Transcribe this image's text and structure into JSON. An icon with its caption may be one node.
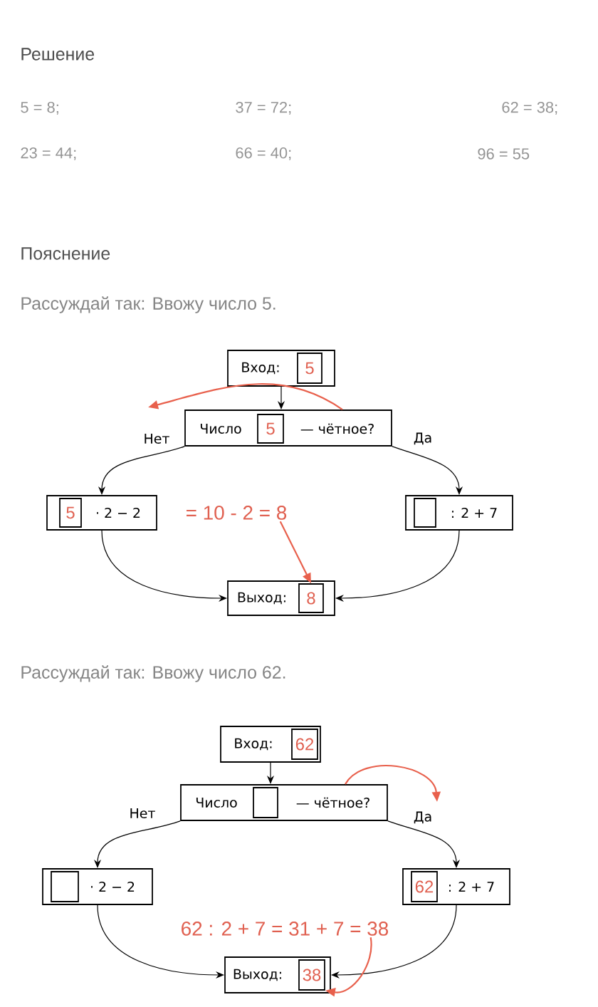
{
  "diagram": {
    "title": "Решение",
    "nodes": [
      {
        "text": [
          "Вход:"
        ]
      },
      {
        "text": [
          "5"
        ],
        "in": 0
      },
      {
        "text": [
          "Число",
          "— чётное?"
        ]
      },
      {
        "text": [
          "5"
        ],
        "in": 2
      },
      {
        "text": [
          "· 2 − 2"
        ]
      },
      {
        "text": [
          "5"
        ],
        "in": 4
      },
      {
        "text": [
          ": 2 + 7"
        ]
      },
      {
        "text": [],
        "shape": "box",
        "in": 6
      },
      {
        "text": [
          "Выход:"
        ]
      },
      {
        "text": [
          "8"
        ],
        "in": 8
      },
      {
        "text": [
          "= 10 - 2 = 8"
        ]
      },
      {
        "text": [
          "Вход:"
        ]
      },
      {
        "text": [
          "62"
        ],
        "in": 11
      },
      {
        "text": [
          "Число",
          "— чётное?"
        ]
      },
      {
        "text": [],
        "shape": "box",
        "in": 13
      },
      {
        "text": [
          "· 2 − 2"
        ]
      },
      {
        "text": [],
        "shape": "box",
        "in": 15
      },
      {
        "text": [
          ": 2 + 7"
        ]
      },
      {
        "text": [
          "62"
        ],
        "in": 17
      },
      {
        "text": [
          "Выход:"
        ]
      },
      {
        "text": [
          "38"
        ],
        "in": 19
      },
      {
        "text": [
          "62 : 2 + 7 = 31 + 7 = 38"
        ]
      }
    ],
    "edges": [
      {
        "from": 0,
        "to": 2,
        "arrow": "to"
      },
      {
        "from": 2,
        "to": 4,
        "arrow": "to",
        "label": "Нет"
      },
      {
        "from": 2,
        "to": 6,
        "arrow": "to",
        "label": "Да"
      },
      {
        "from": 4,
        "to": 8,
        "arrow": "to"
      },
      {
        "from": 6,
        "to": 8,
        "arrow": "to"
      },
      {
        "from": 2,
        "to": null,
        "arrow": "to",
        "color": "#e8604c"
      },
      {
        "from": 10,
        "to": 9,
        "arrow": "to",
        "color": "#e8604c"
      },
      {
        "from": 11,
        "to": 13,
        "arrow": "to"
      },
      {
        "from": 13,
        "to": 15,
        "arrow": "to",
        "label": "Нет"
      },
      {
        "from": 13,
        "to": 17,
        "arrow": "to",
        "label": "Да"
      },
      {
        "from": 15,
        "to": 19,
        "arrow": "to"
      },
      {
        "from": 17,
        "to": 19,
        "arrow": "to"
      },
      {
        "from": 13,
        "to": null,
        "arrow": "to",
        "color": "#e8604c"
      },
      {
        "from": 21,
        "to": 20,
        "arrow": "to",
        "color": "#e8604c"
      }
    ],
    "labels": [
      "5 = 8;",
      "37 = 72;",
      "62 = 38;",
      "23 = 44;",
      "66 = 40;",
      "96 = 55",
      "Пояснение",
      "Рассуждай так: Ввожу число 5.",
      "Рассуждай так: Ввожу число 62."
    ]
  }
}
